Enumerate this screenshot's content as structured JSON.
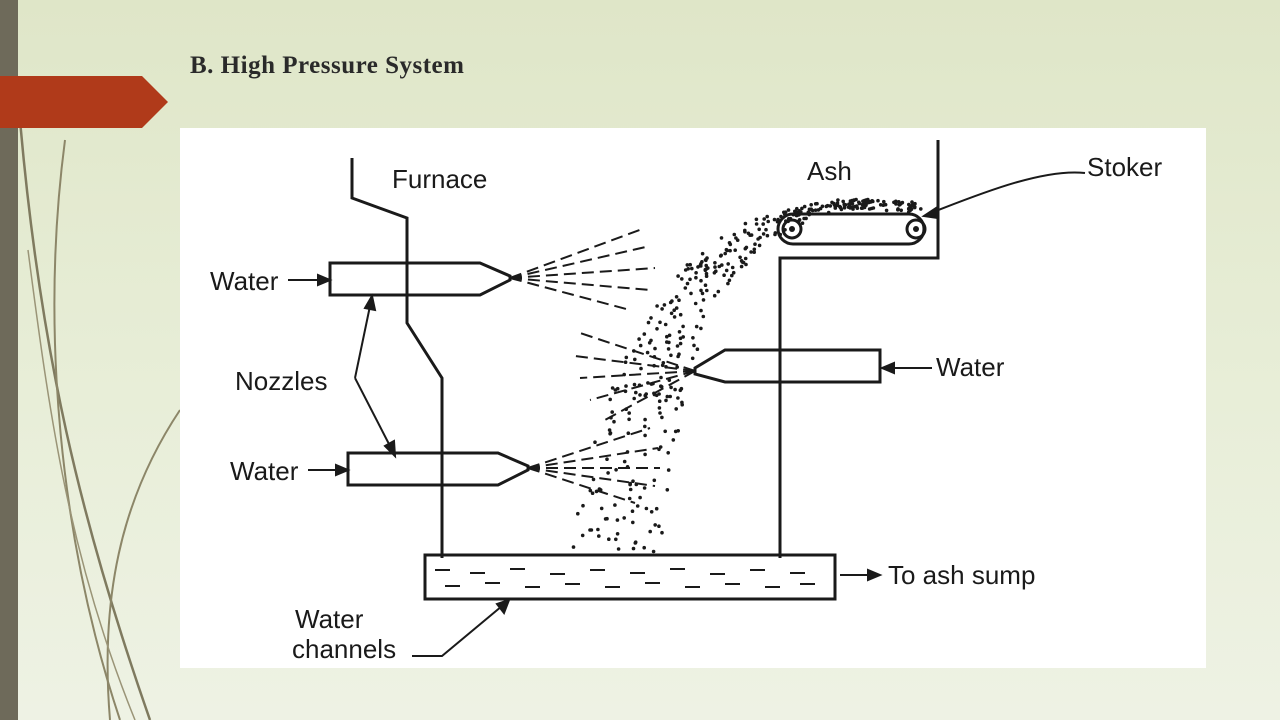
{
  "slide": {
    "title": "B. High Pressure System"
  },
  "diagram": {
    "labels": {
      "furnace": "Furnace",
      "ash": "Ash",
      "stoker": "Stoker",
      "water_top_left": "Water",
      "water_right": "Water",
      "water_bottom_left": "Water",
      "nozzles": "Nozzles",
      "to_ash_sump": "To ash sump",
      "water_channels_line1": "Water",
      "water_channels_line2": "channels"
    }
  },
  "colors": {
    "accent": "#b03a1a",
    "left_bar": "#6e6a5a",
    "background": "#dfe6c8"
  }
}
